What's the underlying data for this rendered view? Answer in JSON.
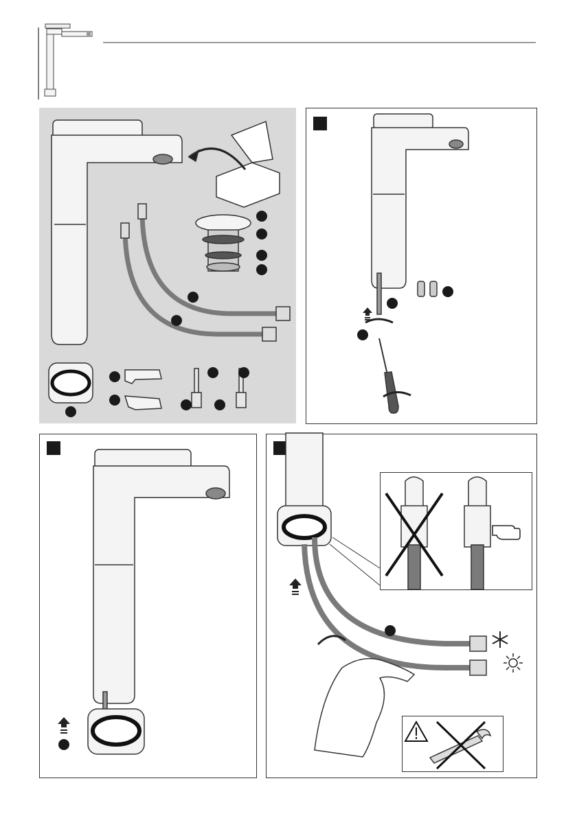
{
  "header": {
    "product_icon": "tall-basin-faucet-icon"
  },
  "panels": [
    {
      "id": "parts-overview",
      "step_marker": false,
      "background": "#d9d9d9"
    },
    {
      "id": "step-1",
      "step_marker": true
    },
    {
      "id": "step-2",
      "step_marker": true
    },
    {
      "id": "step-3",
      "step_marker": true
    }
  ],
  "icons": {
    "cold_water": "snowflake-icon",
    "hot_water": "sun-icon",
    "warning": "warning-triangle-icon",
    "no_wrench": "crossed-out-wrench-icon",
    "pointing_hand": "pointing-hand-icon",
    "up_arrow": "push-up-arrow-icon",
    "rotate": "rotate-arrow-icon"
  },
  "colors": {
    "panel_shade": "#d9d9d9",
    "hose": "#7a7a7a",
    "chrome": "#f2f2f2",
    "outline": "#333333",
    "marker": "#1a1a1a"
  }
}
